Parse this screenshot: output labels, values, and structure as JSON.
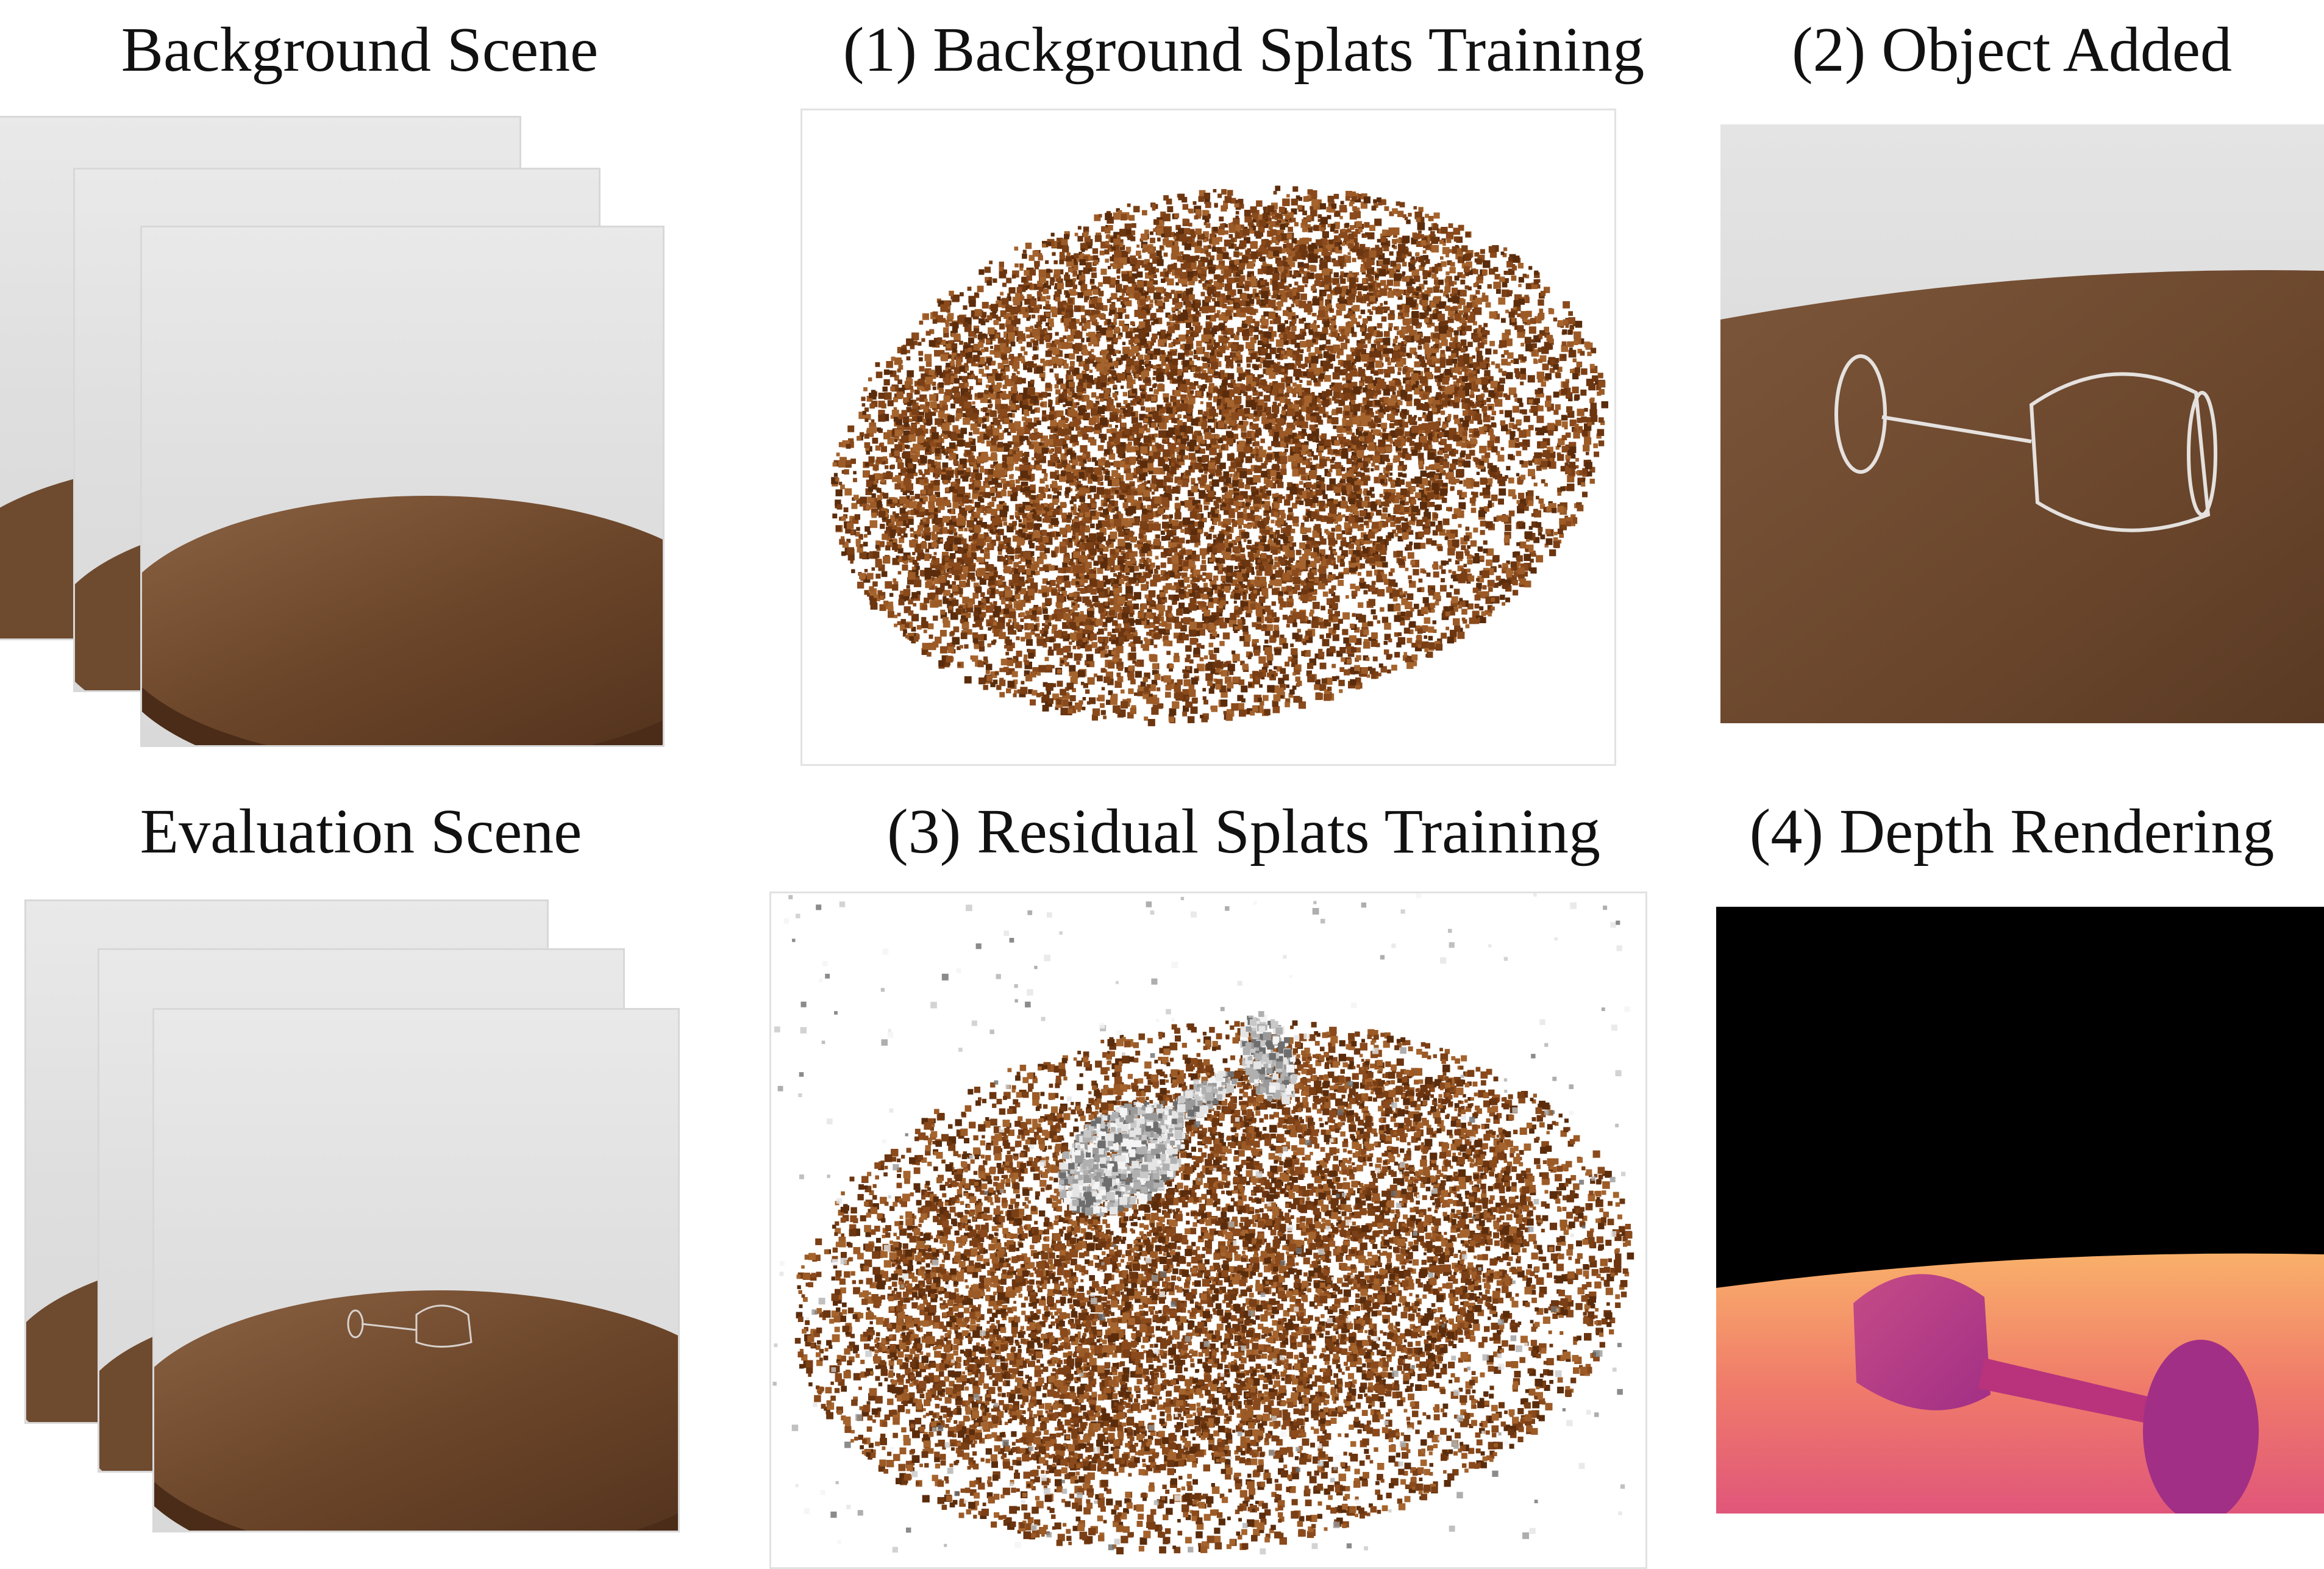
{
  "titles": {
    "background_scene": "Background Scene",
    "background_splats": "(1) Background Splats Training",
    "object_added": "(2) Object Added",
    "evaluation_scene": "Evaluation Scene",
    "residual_splats": "(3) Residual Splats Training",
    "depth_rendering": "(4) Depth Rendering"
  },
  "colors": {
    "wood_dark": "#5c3a22",
    "wood_mid": "#7a5235",
    "wood_light": "#8c6344",
    "splat_brown": "#8a4a1c",
    "splat_dark": "#5a2c0c",
    "depth_black": "#000000",
    "depth_orange": "#f7a35a",
    "depth_magenta": "#b8338a"
  }
}
